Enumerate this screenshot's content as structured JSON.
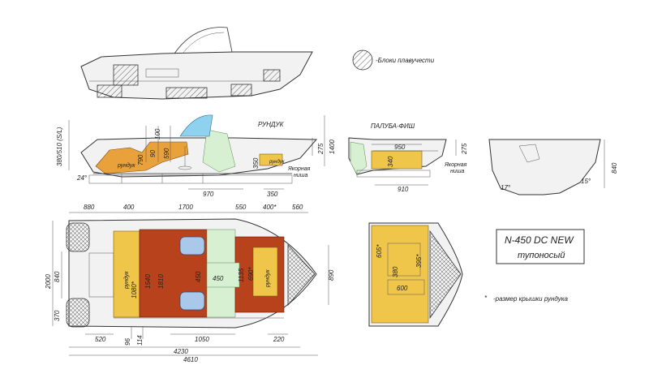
{
  "legend": {
    "text": "-Блоки плавучести"
  },
  "labels": {
    "rundu4ok_top": "РУНДУК",
    "paluba_fish": "ПАЛУБА-ФИШ",
    "yakornaya_nisha_1": "Якорная\nниша",
    "yakornaya_nisha_2": "Якорная\nниша",
    "rundu4ok_side": "рундук",
    "rundu4ok_plan1": "рундук",
    "rundu4ok_plan2": "рундук"
  },
  "title": {
    "line1": "N-450 DC NEW",
    "line2": "тупоносый"
  },
  "footnote": {
    "star": "*",
    "text": "-размер крышки рундука"
  },
  "dims": {
    "side_h_left": "380/510 (S/L)",
    "d100": "100",
    "d90": "90",
    "d590": "590",
    "d790": "790",
    "d275a": "275",
    "d1400": "1400",
    "d350v": "350",
    "d970": "970",
    "d350h": "350",
    "d24": "24°",
    "d950": "950",
    "d275b": "275",
    "d340": "340",
    "d910": "910",
    "d840": "840",
    "d17": "17°",
    "d15": "15°",
    "p880": "880",
    "p400": "400",
    "p1700": "1700",
    "p550": "550",
    "p400s": "400*",
    "p560": "560",
    "p2000": "2000",
    "p840": "840",
    "p370": "370",
    "p1080": "1080*",
    "p1540": "1540",
    "p1810": "1810",
    "p450a": "450",
    "p450b": "450",
    "p1135": "1135",
    "p690": "690*",
    "p890": "890",
    "p520": "520",
    "p1050": "1050",
    "p220": "220",
    "p96": "96",
    "p114": "114",
    "p4230": "4230",
    "p4610": "4610",
    "f605": "605*",
    "f395": "395*",
    "f380": "380",
    "f600": "600"
  }
}
